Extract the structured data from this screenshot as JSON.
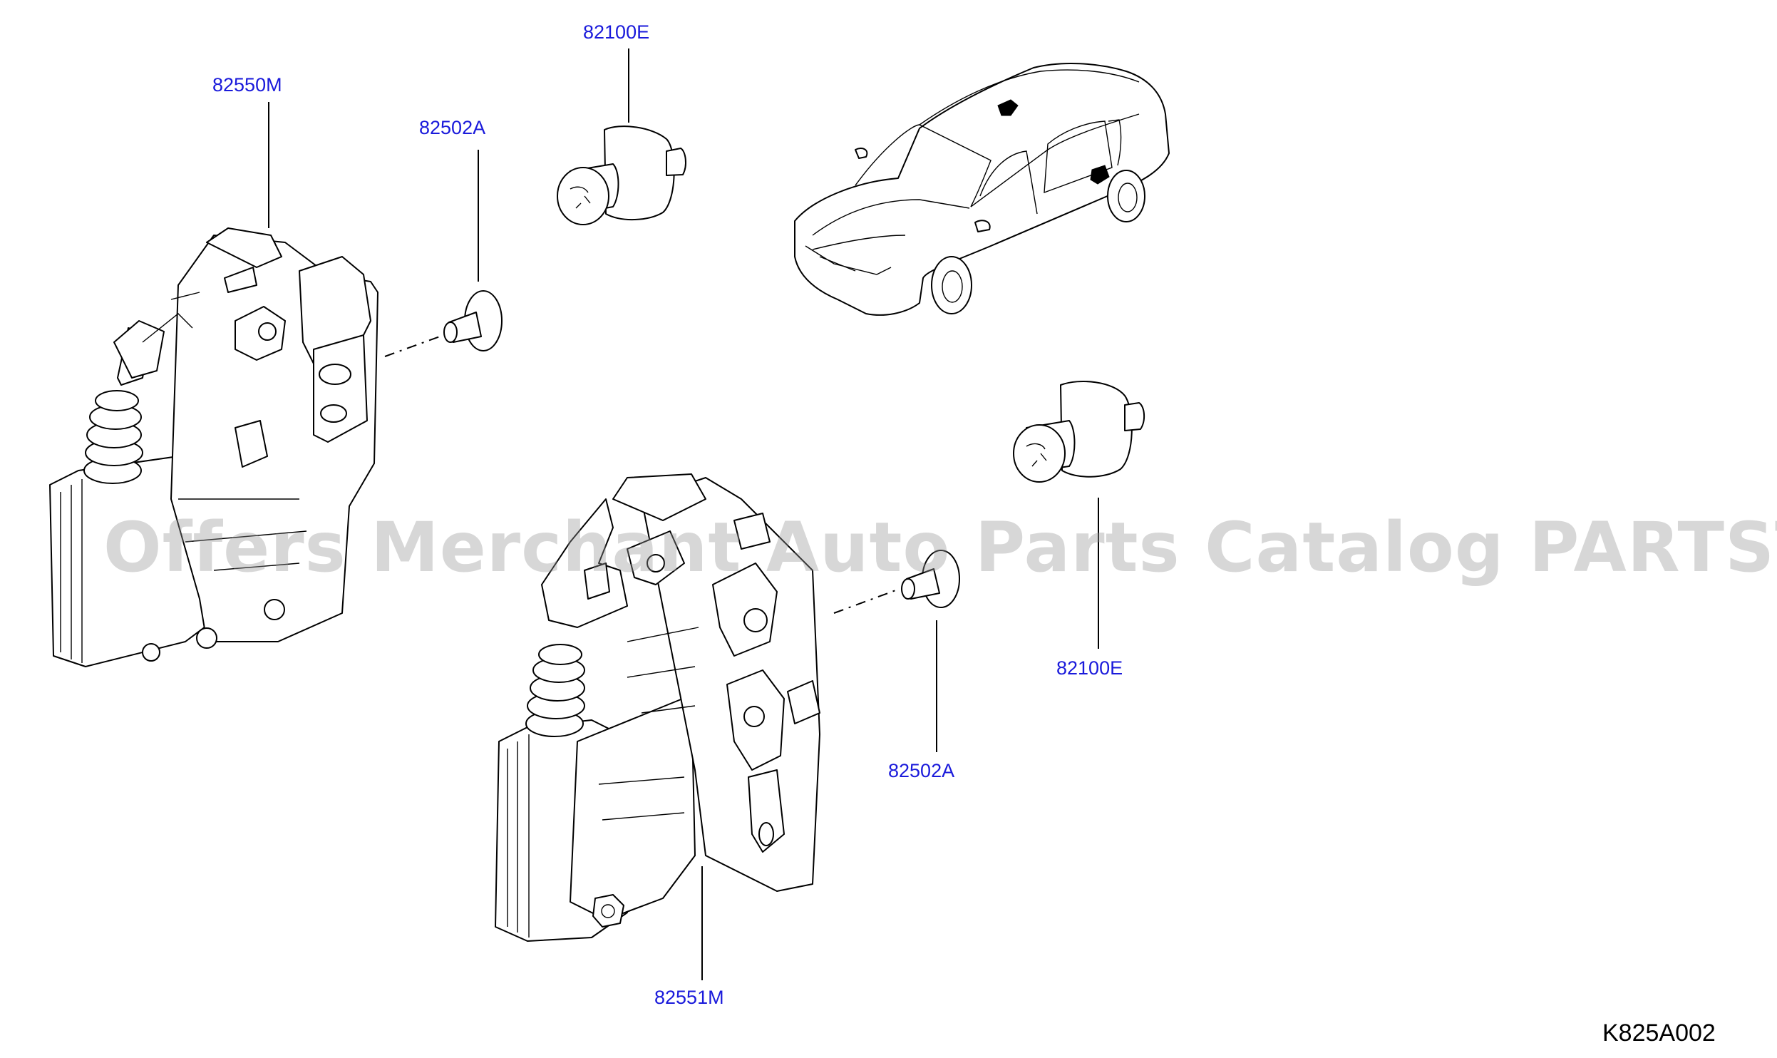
{
  "diagram": {
    "labels": {
      "p82550m": "82550M",
      "p82502a_top": "82502A",
      "p82100e_top": "82100E",
      "p82100e_right": "82100E",
      "p82502a_bottom": "82502A",
      "p82551m": "82551M"
    },
    "code": "K825A002",
    "watermark": "Offers Merchant Auto Parts Catalog PARTSTORE.SA",
    "colors": {
      "label": "#1a1adb",
      "line": "#000000",
      "watermark": "#969696"
    }
  }
}
